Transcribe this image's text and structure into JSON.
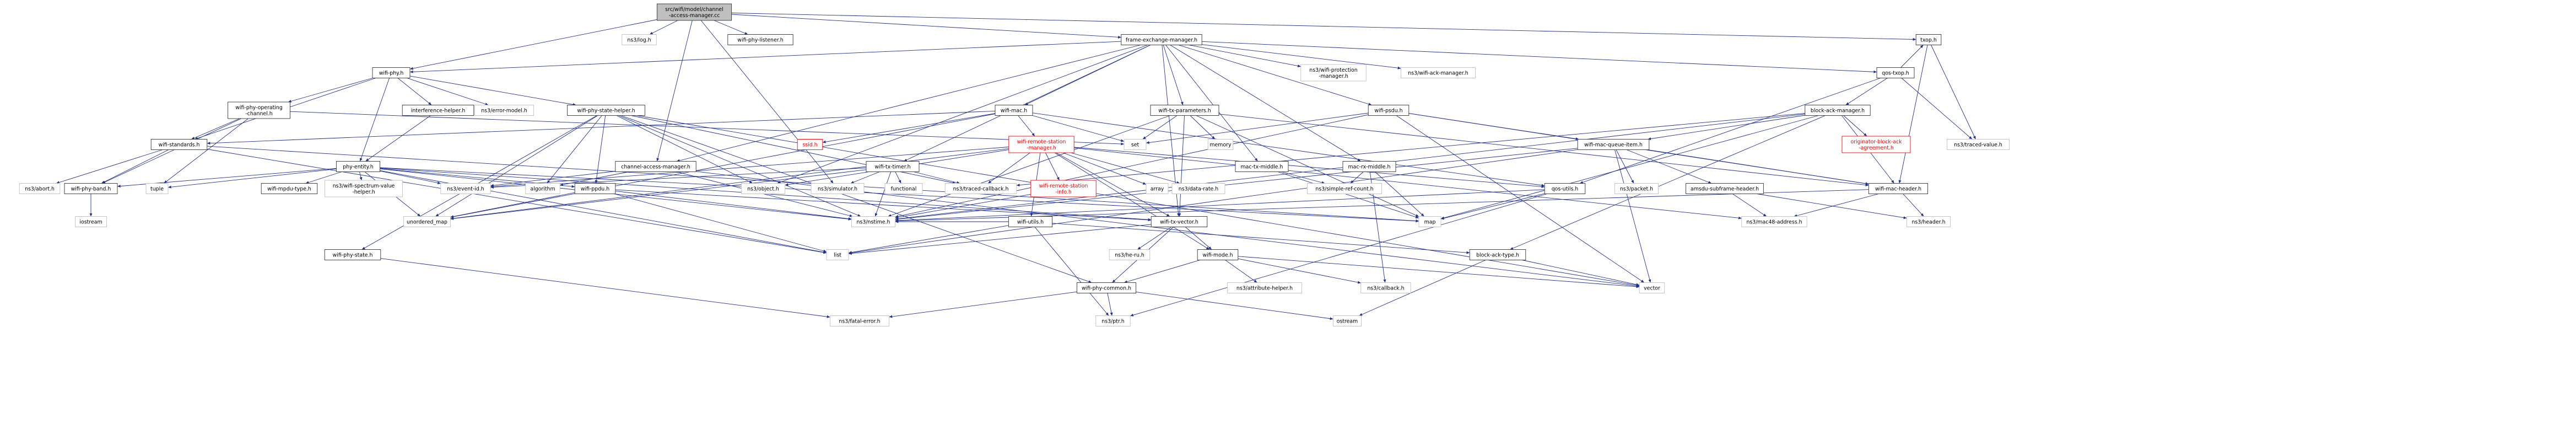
{
  "colors": {
    "edge": "#1f2f8f",
    "node_border": "#333333",
    "node_fill": "#ffffff",
    "root_fill": "#bfbfbf",
    "missing_border": "#bfbfbf",
    "red_text": "#ff0000"
  },
  "nodes": [
    {
      "id": "root",
      "lines": [
        "src/wifi/model/channel",
        "-access-manager.cc"
      ],
      "kind": "root"
    },
    {
      "id": "log",
      "lines": [
        "ns3/log.h"
      ],
      "kind": "missing"
    },
    {
      "id": "wifi_phy_listener",
      "lines": [
        "wifi-phy-listener.h"
      ],
      "kind": "normal"
    },
    {
      "id": "frame_exchange",
      "lines": [
        "frame-exchange-manager.h"
      ],
      "kind": "normal"
    },
    {
      "id": "txop",
      "lines": [
        "txop.h"
      ],
      "kind": "normal"
    },
    {
      "id": "wifi_phy",
      "lines": [
        "wifi-phy.h"
      ],
      "kind": "normal"
    },
    {
      "id": "qos_txop",
      "lines": [
        "qos-txop.h"
      ],
      "kind": "normal"
    },
    {
      "id": "wifi_protection",
      "lines": [
        "ns3/wifi-protection",
        "-manager.h"
      ],
      "kind": "missing"
    },
    {
      "id": "wifi_ack_manager",
      "lines": [
        "ns3/wifi-ack-manager.h"
      ],
      "kind": "missing"
    },
    {
      "id": "wifi_phy_opchan",
      "lines": [
        "wifi-phy-operating",
        "-channel.h"
      ],
      "kind": "normal"
    },
    {
      "id": "interference",
      "lines": [
        "interference-helper.h"
      ],
      "kind": "normal"
    },
    {
      "id": "error_model",
      "lines": [
        "ns3/error-model.h"
      ],
      "kind": "missing"
    },
    {
      "id": "wifi_phy_state_helper",
      "lines": [
        "wifi-phy-state-helper.h"
      ],
      "kind": "normal"
    },
    {
      "id": "wifi_mac",
      "lines": [
        "wifi-mac.h"
      ],
      "kind": "normal"
    },
    {
      "id": "wifi_tx_params",
      "lines": [
        "wifi-tx-parameters.h"
      ],
      "kind": "normal"
    },
    {
      "id": "wifi_psdu",
      "lines": [
        "wifi-psdu.h"
      ],
      "kind": "normal"
    },
    {
      "id": "block_ack_manager",
      "lines": [
        "block-ack-manager.h"
      ],
      "kind": "normal"
    },
    {
      "id": "wifi_standards",
      "lines": [
        "wifi-standards.h"
      ],
      "kind": "normal"
    },
    {
      "id": "phy_entity",
      "lines": [
        "phy-entity.h"
      ],
      "kind": "normal"
    },
    {
      "id": "channel_access_manager",
      "lines": [
        "channel-access-manager.h"
      ],
      "kind": "normal"
    },
    {
      "id": "ssid",
      "lines": [
        "ssid.h"
      ],
      "kind": "red"
    },
    {
      "id": "wifi_tx_timer",
      "lines": [
        "wifi-tx-timer.h"
      ],
      "kind": "normal"
    },
    {
      "id": "wifi_remote_station_manager",
      "lines": [
        "wifi-remote-station",
        "-manager.h"
      ],
      "kind": "red"
    },
    {
      "id": "memory",
      "lines": [
        "memory"
      ],
      "kind": "missing"
    },
    {
      "id": "mac_tx_middle",
      "lines": [
        "mac-tx-middle.h"
      ],
      "kind": "normal"
    },
    {
      "id": "mac_rx_middle",
      "lines": [
        "mac-rx-middle.h"
      ],
      "kind": "normal"
    },
    {
      "id": "set",
      "lines": [
        "set"
      ],
      "kind": "missing"
    },
    {
      "id": "wifi_mac_queue_item",
      "lines": [
        "wifi-mac-queue-item.h"
      ],
      "kind": "normal"
    },
    {
      "id": "originator",
      "lines": [
        "originator-block-ack",
        "-agreement.h"
      ],
      "kind": "red"
    },
    {
      "id": "traced_value",
      "lines": [
        "ns3/traced-value.h"
      ],
      "kind": "missing"
    },
    {
      "id": "abort",
      "lines": [
        "ns3/abort.h"
      ],
      "kind": "missing"
    },
    {
      "id": "wifi_phy_band",
      "lines": [
        "wifi-phy-band.h"
      ],
      "kind": "normal"
    },
    {
      "id": "tuple",
      "lines": [
        "tuple"
      ],
      "kind": "missing"
    },
    {
      "id": "wifi_mpdu_type",
      "lines": [
        "wifi-mpdu-type.h"
      ],
      "kind": "normal"
    },
    {
      "id": "spectrum_value",
      "lines": [
        "ns3/wifi-spectrum-value",
        "-helper.h"
      ],
      "kind": "missing"
    },
    {
      "id": "event_id",
      "lines": [
        "ns3/event-id.h"
      ],
      "kind": "missing"
    },
    {
      "id": "algorithm",
      "lines": [
        "algorithm"
      ],
      "kind": "missing"
    },
    {
      "id": "wifi_ppdu",
      "lines": [
        "wifi-ppdu.h"
      ],
      "kind": "normal"
    },
    {
      "id": "object",
      "lines": [
        "ns3/object.h"
      ],
      "kind": "missing"
    },
    {
      "id": "simulator",
      "lines": [
        "ns3/simulator.h"
      ],
      "kind": "missing"
    },
    {
      "id": "functional",
      "lines": [
        "functional"
      ],
      "kind": "missing"
    },
    {
      "id": "traced_callback",
      "lines": [
        "ns3/traced-callback.h"
      ],
      "kind": "missing"
    },
    {
      "id": "wifi_remote_station_info",
      "lines": [
        "wifi-remote-station",
        "-info.h"
      ],
      "kind": "red"
    },
    {
      "id": "array",
      "lines": [
        "array"
      ],
      "kind": "missing"
    },
    {
      "id": "data_rate",
      "lines": [
        "ns3/data-rate.h"
      ],
      "kind": "missing"
    },
    {
      "id": "simple_ref_count",
      "lines": [
        "ns3/simple-ref-count.h"
      ],
      "kind": "missing"
    },
    {
      "id": "qos_utils",
      "lines": [
        "qos-utils.h"
      ],
      "kind": "normal"
    },
    {
      "id": "packet",
      "lines": [
        "ns3/packet.h"
      ],
      "kind": "missing"
    },
    {
      "id": "amsdu_subframe",
      "lines": [
        "amsdu-subframe-header.h"
      ],
      "kind": "normal"
    },
    {
      "id": "wifi_mac_header",
      "lines": [
        "wifi-mac-header.h"
      ],
      "kind": "normal"
    },
    {
      "id": "iostream",
      "lines": [
        "iostream"
      ],
      "kind": "missing"
    },
    {
      "id": "unordered_map",
      "lines": [
        "unordered_map"
      ],
      "kind": "missing"
    },
    {
      "id": "nstime",
      "lines": [
        "ns3/nstime.h"
      ],
      "kind": "missing"
    },
    {
      "id": "wifi_utils",
      "lines": [
        "wifi-utils.h"
      ],
      "kind": "normal"
    },
    {
      "id": "wifi_tx_vector",
      "lines": [
        "wifi-tx-vector.h"
      ],
      "kind": "normal"
    },
    {
      "id": "map",
      "lines": [
        "map"
      ],
      "kind": "missing"
    },
    {
      "id": "mac48_address",
      "lines": [
        "ns3/mac48-address.h"
      ],
      "kind": "missing"
    },
    {
      "id": "header",
      "lines": [
        "ns3/header.h"
      ],
      "kind": "missing"
    },
    {
      "id": "wifi_phy_state",
      "lines": [
        "wifi-phy-state.h"
      ],
      "kind": "normal"
    },
    {
      "id": "list",
      "lines": [
        "list"
      ],
      "kind": "missing"
    },
    {
      "id": "he_ru",
      "lines": [
        "ns3/he-ru.h"
      ],
      "kind": "missing"
    },
    {
      "id": "wifi_mode",
      "lines": [
        "wifi-mode.h"
      ],
      "kind": "normal"
    },
    {
      "id": "block_ack_type",
      "lines": [
        "block-ack-type.h"
      ],
      "kind": "normal"
    },
    {
      "id": "attribute_helper",
      "lines": [
        "ns3/attribute-helper.h"
      ],
      "kind": "missing"
    },
    {
      "id": "callback",
      "lines": [
        "ns3/callback.h"
      ],
      "kind": "missing"
    },
    {
      "id": "vector",
      "lines": [
        "vector"
      ],
      "kind": "missing"
    },
    {
      "id": "wifi_phy_common",
      "lines": [
        "wifi-phy-common.h"
      ],
      "kind": "normal"
    },
    {
      "id": "fatal_error",
      "lines": [
        "ns3/fatal-error.h"
      ],
      "kind": "missing"
    },
    {
      "id": "ptr",
      "lines": [
        "ns3/ptr.h"
      ],
      "kind": "missing"
    },
    {
      "id": "ostream",
      "lines": [
        "ostream"
      ],
      "kind": "missing"
    }
  ],
  "edges": [
    [
      "root",
      "log"
    ],
    [
      "root",
      "wifi_phy_listener"
    ],
    [
      "root",
      "frame_exchange"
    ],
    [
      "root",
      "txop"
    ],
    [
      "root",
      "wifi_phy"
    ],
    [
      "root",
      "channel_access_manager"
    ],
    [
      "root",
      "simulator"
    ],
    [
      "frame_exchange",
      "wifi_phy"
    ],
    [
      "frame_exchange",
      "qos_txop"
    ],
    [
      "frame_exchange",
      "wifi_protection"
    ],
    [
      "frame_exchange",
      "wifi_ack_manager"
    ],
    [
      "frame_exchange",
      "wifi_mac"
    ],
    [
      "frame_exchange",
      "wifi_tx_params"
    ],
    [
      "frame_exchange",
      "wifi_psdu"
    ],
    [
      "frame_exchange",
      "mac_tx_middle"
    ],
    [
      "frame_exchange",
      "mac_rx_middle"
    ],
    [
      "frame_exchange",
      "channel_access_manager"
    ],
    [
      "frame_exchange",
      "wifi_tx_timer"
    ],
    [
      "frame_exchange",
      "object"
    ],
    [
      "frame_exchange",
      "wifi_tx_vector"
    ],
    [
      "qos_txop",
      "txop"
    ],
    [
      "qos_txop",
      "block_ack_manager"
    ],
    [
      "qos_txop",
      "qos_utils"
    ],
    [
      "qos_txop",
      "traced_value"
    ],
    [
      "txop",
      "traced_value"
    ],
    [
      "txop",
      "wifi_mac_header"
    ],
    [
      "wifi_phy",
      "wifi_phy_opchan"
    ],
    [
      "wifi_phy",
      "interference"
    ],
    [
      "wifi_phy",
      "error_model"
    ],
    [
      "wifi_phy",
      "wifi_phy_state_helper"
    ],
    [
      "wifi_phy",
      "phy_entity"
    ],
    [
      "wifi_phy",
      "wifi_standards"
    ],
    [
      "wifi_phy_opchan",
      "wifi_standards"
    ],
    [
      "wifi_phy_opchan",
      "set"
    ],
    [
      "wifi_phy_opchan",
      "wifi_phy_band"
    ],
    [
      "wifi_phy_opchan",
      "tuple"
    ],
    [
      "interference",
      "phy_entity"
    ],
    [
      "wifi_standards",
      "abort"
    ],
    [
      "wifi_standards",
      "wifi_phy_band"
    ],
    [
      "wifi_standards",
      "list"
    ],
    [
      "wifi_standards",
      "map"
    ],
    [
      "wifi_phy_band",
      "iostream"
    ],
    [
      "phy_entity",
      "wifi_mpdu_type"
    ],
    [
      "phy_entity",
      "spectrum_value"
    ],
    [
      "phy_entity",
      "event_id"
    ],
    [
      "phy_entity",
      "wifi_ppdu"
    ],
    [
      "phy_entity",
      "tuple"
    ],
    [
      "phy_entity",
      "wifi_phy_band"
    ],
    [
      "phy_entity",
      "nstime"
    ],
    [
      "phy_entity",
      "unordered_map"
    ],
    [
      "phy_entity",
      "map"
    ],
    [
      "phy_entity",
      "list"
    ],
    [
      "phy_entity",
      "wifi_tx_vector"
    ],
    [
      "wifi_phy_state_helper",
      "wifi_phy_state"
    ],
    [
      "wifi_phy_state_helper",
      "object"
    ],
    [
      "wifi_phy_state_helper",
      "traced_callback"
    ],
    [
      "wifi_phy_state_helper",
      "wifi_ppdu"
    ],
    [
      "wifi_phy_state_helper",
      "nstime"
    ],
    [
      "wifi_phy_state_helper",
      "algorithm"
    ],
    [
      "wifi_phy_state_helper",
      "unordered_map"
    ],
    [
      "wifi_phy_state_helper",
      "wifi_phy_common"
    ],
    [
      "wifi_phy_state_helper",
      "vector"
    ],
    [
      "wifi_phy_state",
      "fatal_error"
    ],
    [
      "wifi_mac",
      "wifi_standards"
    ],
    [
      "wifi_mac",
      "wifi_remote_station_manager"
    ],
    [
      "wifi_mac",
      "ssid"
    ],
    [
      "wifi_mac",
      "qos_utils"
    ],
    [
      "wifi_mac",
      "set"
    ],
    [
      "wifi_mac",
      "unordered_map"
    ],
    [
      "wifi_tx_params",
      "wifi_tx_vector"
    ],
    [
      "wifi_tx_params",
      "wifi_mac_header"
    ],
    [
      "wifi_tx_params",
      "memory"
    ],
    [
      "wifi_tx_params",
      "set"
    ],
    [
      "wifi_tx_params",
      "map"
    ],
    [
      "wifi_tx_params",
      "nstime"
    ],
    [
      "wifi_psdu",
      "wifi_mac_queue_item"
    ],
    [
      "wifi_psdu",
      "wifi_mac_header"
    ],
    [
      "wifi_psdu",
      "set"
    ],
    [
      "wifi_psdu",
      "nstime"
    ],
    [
      "wifi_psdu",
      "vector"
    ],
    [
      "block_ack_manager",
      "wifi_mac_header"
    ],
    [
      "block_ack_manager",
      "wifi_mac_queue_item"
    ],
    [
      "block_ack_manager",
      "originator"
    ],
    [
      "block_ack_manager",
      "block_ack_type"
    ],
    [
      "block_ack_manager",
      "traced_callback"
    ],
    [
      "block_ack_manager",
      "nstime"
    ],
    [
      "block_ack_manager",
      "map"
    ],
    [
      "channel_access_manager",
      "event_id"
    ],
    [
      "channel_access_manager",
      "nstime"
    ],
    [
      "channel_access_manager",
      "vector"
    ],
    [
      "channel_access_manager",
      "algorithm"
    ],
    [
      "wifi_tx_timer",
      "event_id"
    ],
    [
      "wifi_tx_timer",
      "functional"
    ],
    [
      "wifi_tx_timer",
      "traced_callback"
    ],
    [
      "wifi_tx_timer",
      "simulator"
    ],
    [
      "wifi_tx_timer",
      "nstime"
    ],
    [
      "wifi_tx_timer",
      "unordered_map"
    ],
    [
      "wifi_remote_station_manager",
      "wifi_remote_station_info"
    ],
    [
      "wifi_remote_station_manager",
      "array"
    ],
    [
      "wifi_remote_station_manager",
      "data_rate"
    ],
    [
      "wifi_remote_station_manager",
      "traced_callback"
    ],
    [
      "wifi_remote_station_manager",
      "object"
    ],
    [
      "wifi_remote_station_manager",
      "event_id"
    ],
    [
      "wifi_remote_station_manager",
      "mac48_address"
    ],
    [
      "wifi_remote_station_manager",
      "wifi_utils"
    ],
    [
      "wifi_remote_station_manager",
      "wifi_mode"
    ],
    [
      "wifi_remote_station_manager",
      "wifi_tx_vector"
    ],
    [
      "wifi_remote_station_manager",
      "qos_utils"
    ],
    [
      "wifi_remote_station_manager",
      "unordered_map"
    ],
    [
      "wifi_remote_station_info",
      "nstime"
    ],
    [
      "mac_tx_middle",
      "map"
    ],
    [
      "mac_tx_middle",
      "simple_ref_count"
    ],
    [
      "mac_rx_middle",
      "map"
    ],
    [
      "mac_rx_middle",
      "simple_ref_count"
    ],
    [
      "mac_rx_middle",
      "callback"
    ],
    [
      "wifi_mac_queue_item",
      "amsdu_subframe"
    ],
    [
      "wifi_mac_queue_item",
      "wifi_mac_header"
    ],
    [
      "wifi_mac_queue_item",
      "packet"
    ],
    [
      "wifi_mac_queue_item",
      "nstime"
    ],
    [
      "wifi_mac_queue_item",
      "list"
    ],
    [
      "wifi_mac_queue_item",
      "vector"
    ],
    [
      "amsdu_subframe",
      "header"
    ],
    [
      "amsdu_subframe",
      "mac48_address"
    ],
    [
      "wifi_mac_header",
      "header"
    ],
    [
      "wifi_mac_header",
      "mac48_address"
    ],
    [
      "wifi_mac_header",
      "nstime"
    ],
    [
      "qos_utils",
      "map"
    ],
    [
      "qos_utils",
      "ptr"
    ],
    [
      "qos_utils",
      "nstime"
    ],
    [
      "wifi_utils",
      "nstime"
    ],
    [
      "wifi_utils",
      "list"
    ],
    [
      "wifi_utils",
      "ptr"
    ],
    [
      "wifi_utils",
      "block_ack_type"
    ],
    [
      "wifi_tx_vector",
      "list"
    ],
    [
      "wifi_tx_vector",
      "he_ru"
    ],
    [
      "wifi_tx_vector",
      "wifi_mode"
    ],
    [
      "wifi_tx_vector",
      "wifi_phy_common"
    ],
    [
      "wifi_mode",
      "attribute_helper"
    ],
    [
      "wifi_mode",
      "callback"
    ],
    [
      "wifi_mode",
      "vector"
    ],
    [
      "wifi_mode",
      "wifi_phy_common"
    ],
    [
      "wifi_ppdu",
      "nstime"
    ],
    [
      "wifi_ppdu",
      "list"
    ],
    [
      "wifi_ppdu",
      "unordered_map"
    ],
    [
      "wifi_ppdu",
      "wifi_tx_vector"
    ],
    [
      "block_ack_type",
      "vector"
    ],
    [
      "block_ack_type",
      "ostream"
    ],
    [
      "wifi_phy_common",
      "fatal_error"
    ],
    [
      "wifi_phy_common",
      "ptr"
    ],
    [
      "wifi_phy_common",
      "ostream"
    ]
  ]
}
